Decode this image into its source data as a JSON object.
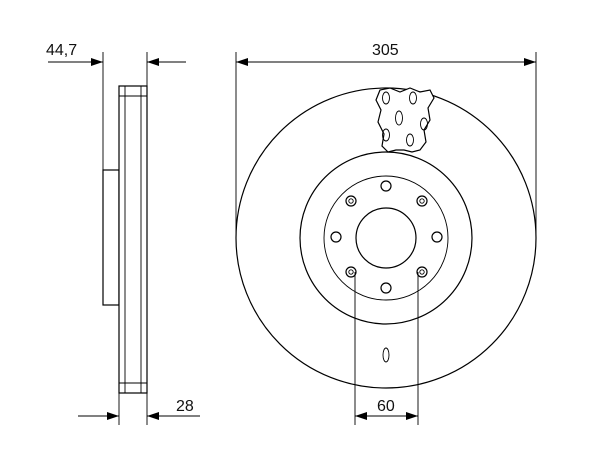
{
  "drawing": {
    "subject": "brake-disc",
    "dimensions": {
      "offset_height": "44,7",
      "outer_diameter": "305",
      "disc_thickness": "28",
      "bolt_hole_spacing": "60"
    },
    "line_color": "#000000",
    "background_color": "#ffffff"
  }
}
